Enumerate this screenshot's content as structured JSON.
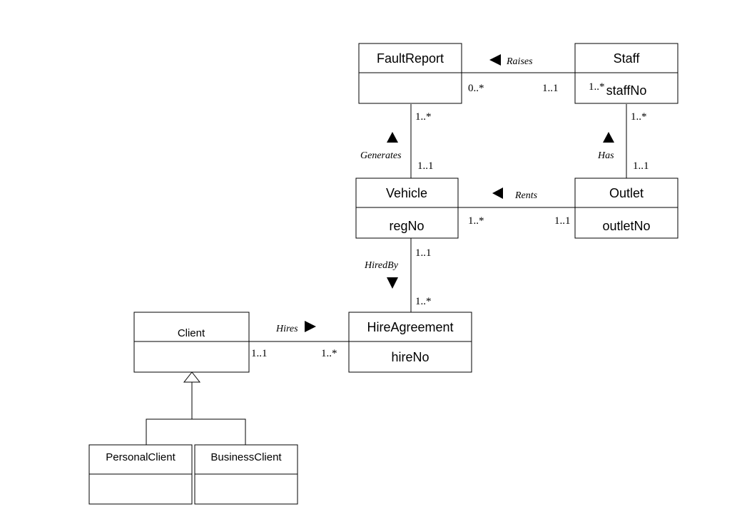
{
  "classes": {
    "fault_report": {
      "name": "FaultReport",
      "attr": ""
    },
    "staff": {
      "name": "Staff",
      "attr": "staffNo"
    },
    "vehicle": {
      "name": "Vehicle",
      "attr": "regNo"
    },
    "outlet": {
      "name": "Outlet",
      "attr": "outletNo"
    },
    "hire_agreement": {
      "name": "HireAgreement",
      "attr": "hireNo"
    },
    "client": {
      "name": "Client",
      "attr": ""
    },
    "personal_client": {
      "name": "PersonalClient",
      "attr": ""
    },
    "business_client": {
      "name": "BusinessClient",
      "attr": ""
    }
  },
  "associations": {
    "raises": {
      "label": "Raises",
      "mult_fault_report": "0..*",
      "mult_staff": "1..1"
    },
    "generates": {
      "label": "Generates",
      "mult_fault_report": "1..*",
      "mult_vehicle": "1..1"
    },
    "has": {
      "label": "Has",
      "mult_staff": "1..*",
      "mult_outlet": "1..1"
    },
    "rents": {
      "label": "Rents",
      "mult_vehicle": "1..*",
      "mult_outlet": "1..1"
    },
    "hired_by": {
      "label": "HiredBy",
      "mult_vehicle": "1..1",
      "mult_hire_agreement": "1..*"
    },
    "hires": {
      "label": "Hires",
      "mult_client": "1..1",
      "mult_hire_agreement": "1..*"
    }
  },
  "stray_text": {
    "staff_mult": "1..*"
  }
}
